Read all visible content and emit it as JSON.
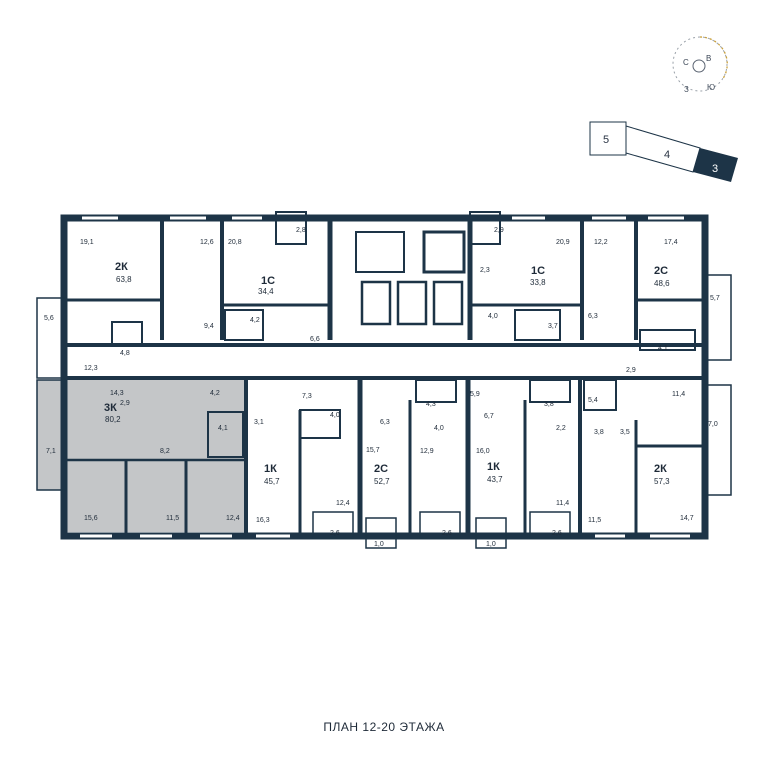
{
  "title": "ПЛАН 12-20 ЭТАЖА",
  "colors": {
    "wall": "#1d3447",
    "highlight": "#c4c6c8",
    "accent": "#c9a03c",
    "section_dark": "#1d3447"
  },
  "compass": {
    "north": "С",
    "east": "В",
    "south": "Ю",
    "west": "З"
  },
  "sections": {
    "s5": "5",
    "s4": "4",
    "s3": "3",
    "current": "3"
  },
  "apartments": [
    {
      "code": "2К",
      "area": "63,8"
    },
    {
      "code": "1С",
      "area": "34,4"
    },
    {
      "code": "1С",
      "area": "33,8"
    },
    {
      "code": "2С",
      "area": "48,6"
    },
    {
      "code": "3К",
      "area": "80,2",
      "highlighted": true
    },
    {
      "code": "1К",
      "area": "45,7"
    },
    {
      "code": "2С",
      "area": "52,7"
    },
    {
      "code": "1К",
      "area": "43,7"
    },
    {
      "code": "2К",
      "area": "57,3"
    }
  ],
  "rooms": [
    "19,1",
    "12,6",
    "20,8",
    "2,8",
    "2,9",
    "20,9",
    "12,2",
    "17,4",
    "5,7",
    "5,6",
    "9,4",
    "4,2",
    "6,6",
    "2,3",
    "4,0",
    "3,7",
    "6,3",
    "4,8",
    "12,3",
    "4,1",
    "2,9",
    "14,3",
    "4,2",
    "2,9",
    "7,3",
    "5,9",
    "3,8",
    "5,4",
    "11,4",
    "7,1",
    "8,2",
    "3,1",
    "4,0",
    "6,3",
    "4,3",
    "4,0",
    "6,7",
    "2,2",
    "3,8",
    "3,5",
    "7,0",
    "4,1",
    "15,7",
    "12,9",
    "16,0",
    "15,6",
    "11,5",
    "12,4",
    "16,3",
    "12,4",
    "11,4",
    "11,5",
    "14,7",
    "2,6",
    "1,0",
    "2,6",
    "1,0",
    "2,6"
  ]
}
